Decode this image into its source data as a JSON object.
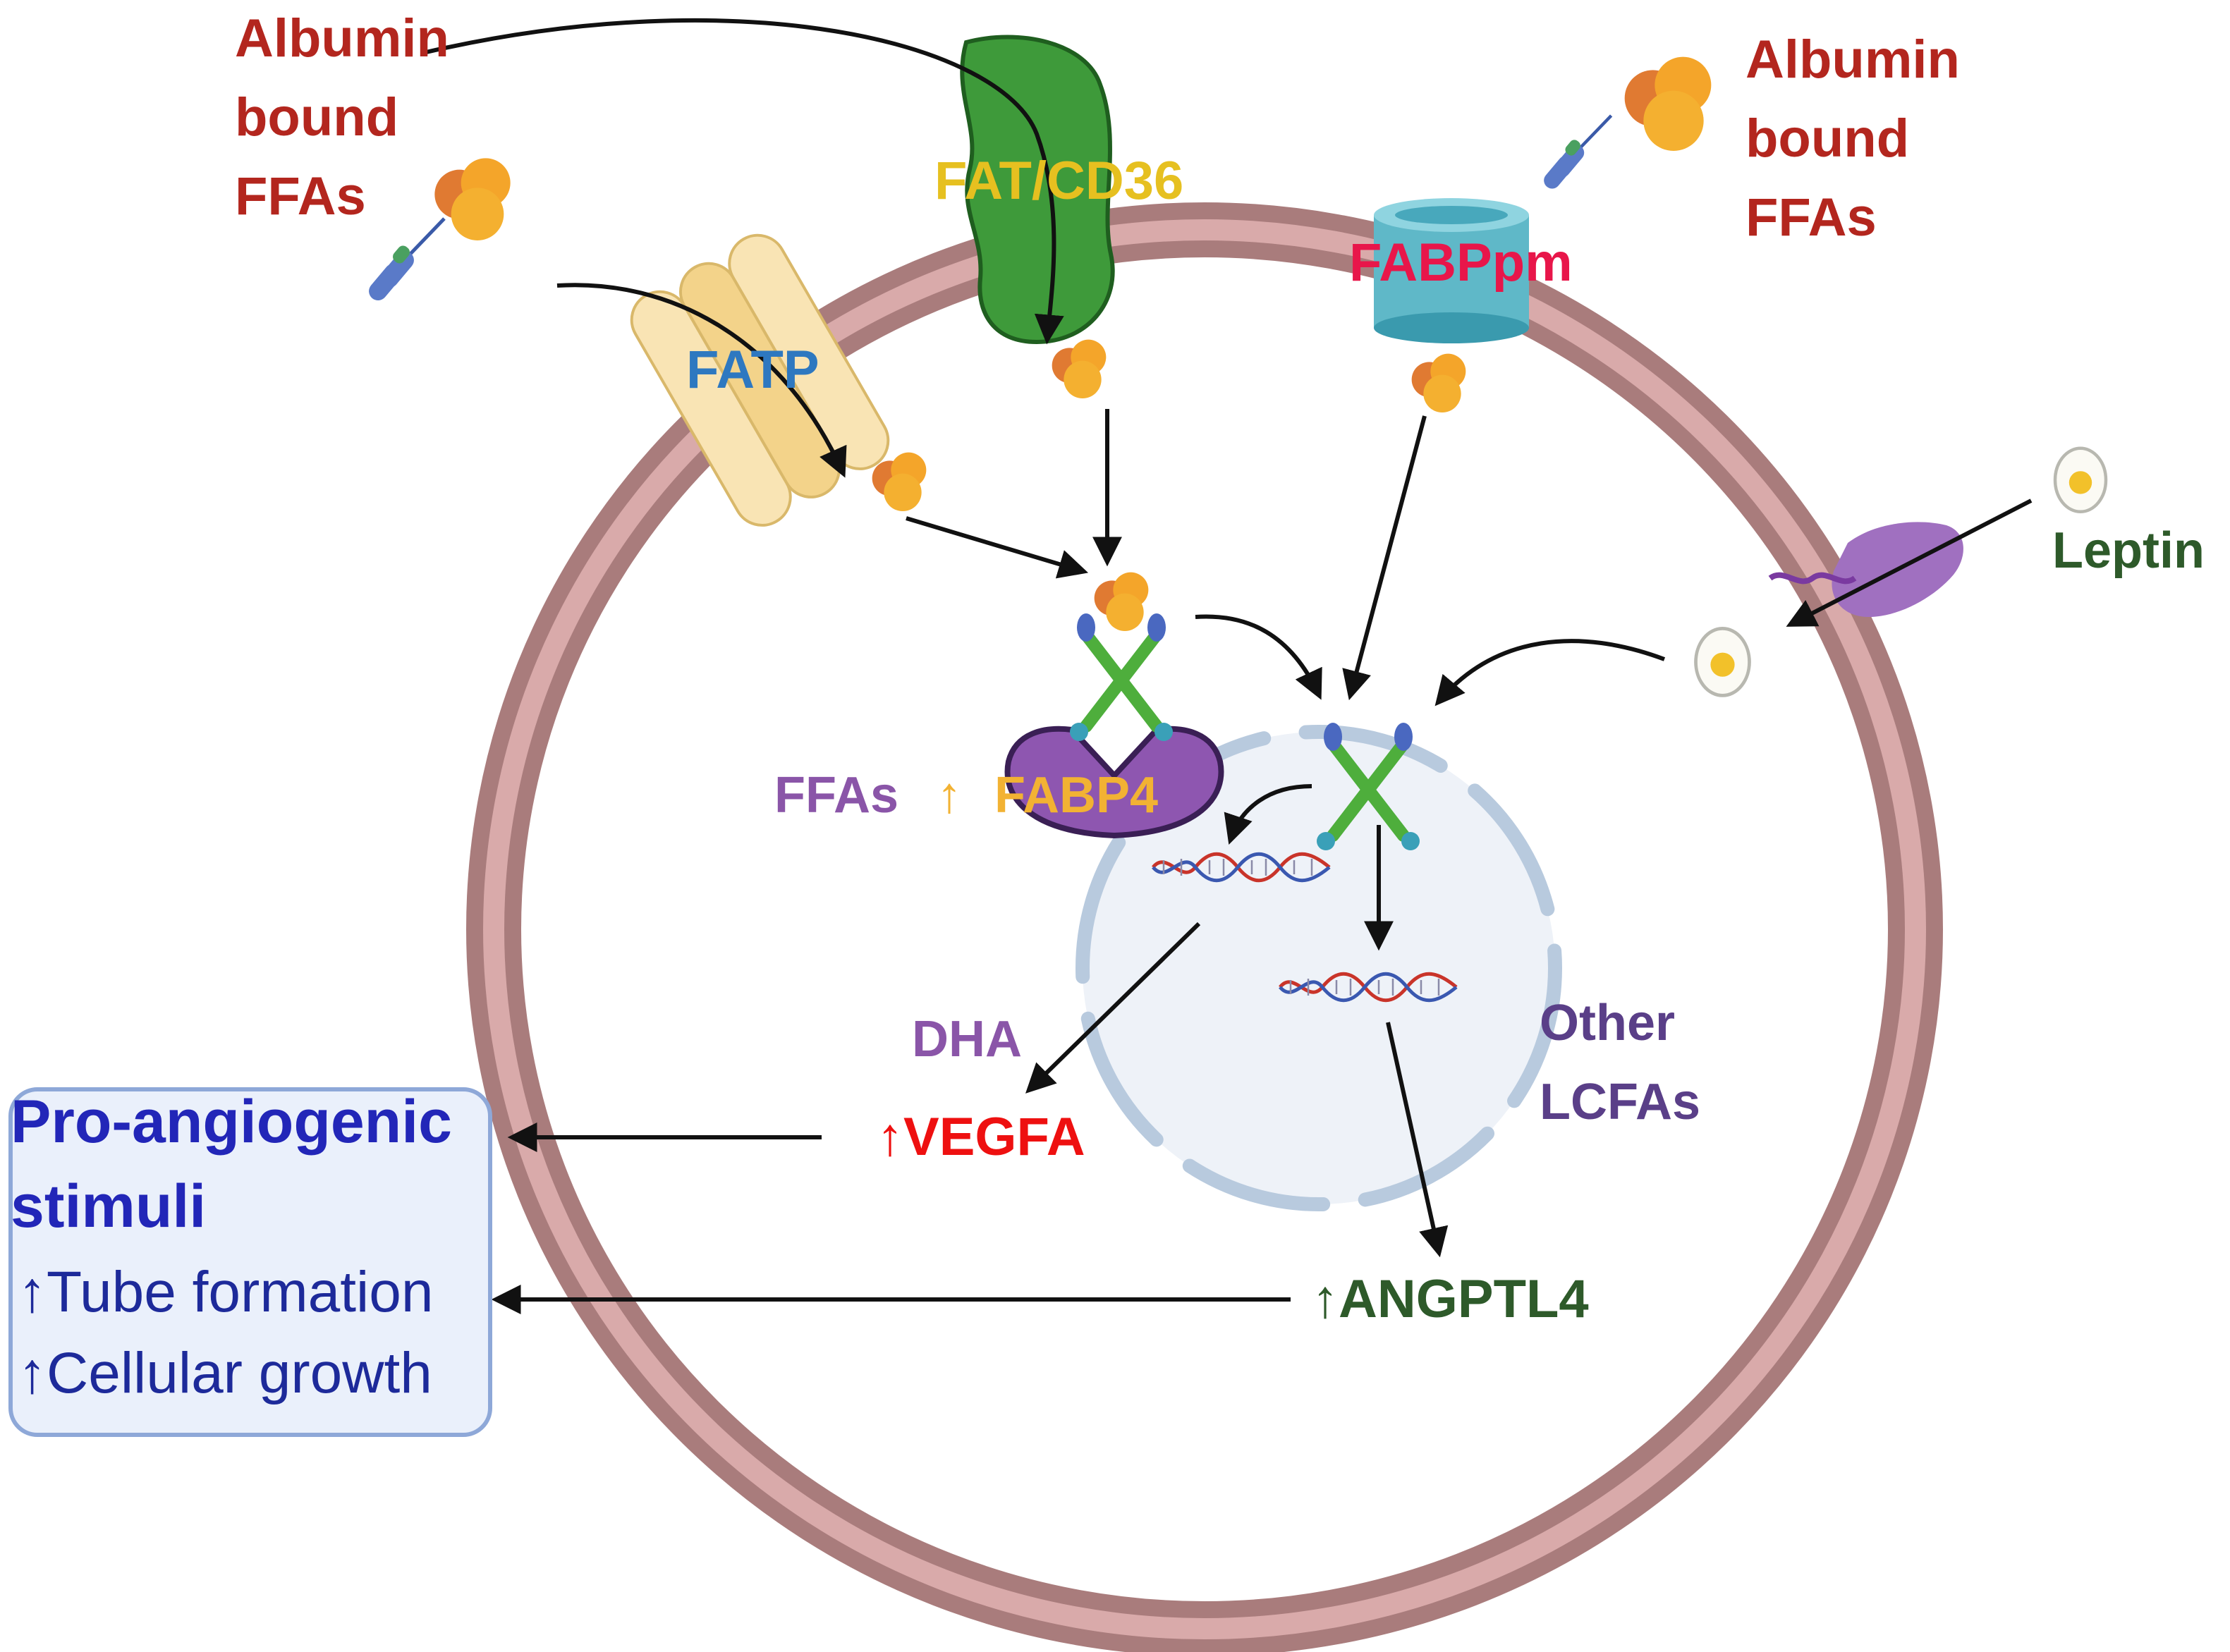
{
  "labels": {
    "albumin_left_1": "Albumin",
    "albumin_left_2": "bound",
    "albumin_left_3": "FFAs",
    "albumin_right_1": "Albumin",
    "albumin_right_2": "bound",
    "albumin_right_3": "FFAs",
    "fat_cd36": "FAT/CD36",
    "fatp": "FATP",
    "fabppm": "FABPpm",
    "leptin": "Leptin",
    "ffas": "FFAs",
    "up_arrow": "↑",
    "fabp4": "FABP4",
    "dha": "DHA",
    "vegfa": "↑VEGFA",
    "angptl4": "↑ANGPTL4",
    "other": "Other",
    "lcfas": "LCFAs"
  },
  "outcome_box": {
    "title_line1": "Pro-angiogenic",
    "title_line2": "stimuli",
    "item1": "↑Tube formation",
    "item2": "↑Cellular growth"
  },
  "colors": {
    "membrane": "#c9a0a0",
    "membrane_dark": "#a77c7c",
    "nucleus": "#eef2f8",
    "fat_cd36": "#3e9a3a",
    "fatp": "#f5dca0",
    "fabppm": "#5fb8c8",
    "leptin_receptor": "#a070c0",
    "box_fill": "#eaf0fb",
    "box_border": "#8ea8d8"
  }
}
